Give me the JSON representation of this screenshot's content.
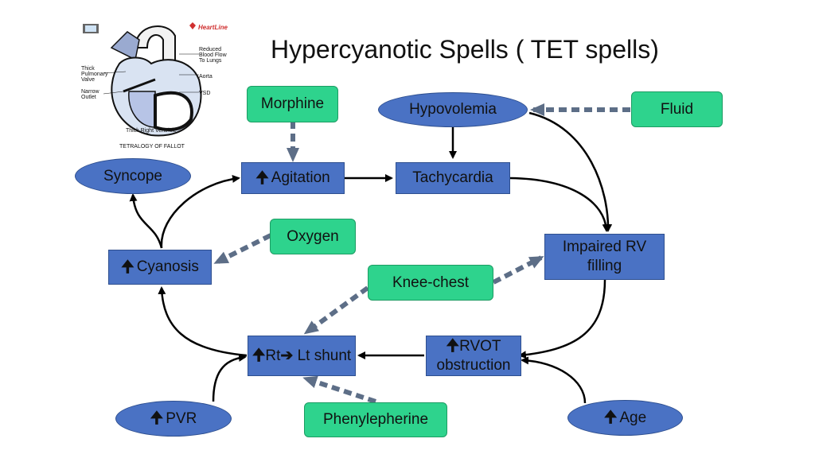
{
  "title": "Hypercyanotic Spells ( TET spells)",
  "figure": {
    "brand": "HeartLine",
    "labels": {
      "reduced_blood_flow": "Reduced Blood Flow To Lungs",
      "thick_pulmonary_valve": "Thick Pulmonary Valve",
      "aorta": "Aorta",
      "narrow_outlet": "Narrow Outlet",
      "vsd": "VSD",
      "thick_right_ventricle": "Thick Right Ventricle",
      "caption": "TETRALOGY OF FALLOT"
    }
  },
  "nodes": {
    "morphine": "Morphine",
    "hypovolemia": "Hypovolemia",
    "fluid": "Fluid",
    "syncope": "Syncope",
    "agitation": "Agitation",
    "tachycardia": "Tachycardia",
    "oxygen": "Oxygen",
    "cyanosis": "Cyanosis",
    "impaired_rv_filling": "Impaired RV filling",
    "knee_chest": "Knee-chest",
    "rt_lt_shunt_a": "Rt",
    "rt_lt_shunt_b": " Lt shunt",
    "rvot_a": "RVOT",
    "rvot_b": "obstruction",
    "pvr": "PVR",
    "phenylepherine": "Phenylepherine",
    "age": "Age"
  },
  "colors": {
    "box_blue": "#4a72c4",
    "box_green": "#2ed38d",
    "dashed_arrow": "#5d6e87",
    "solid_arrow": "#000000"
  }
}
